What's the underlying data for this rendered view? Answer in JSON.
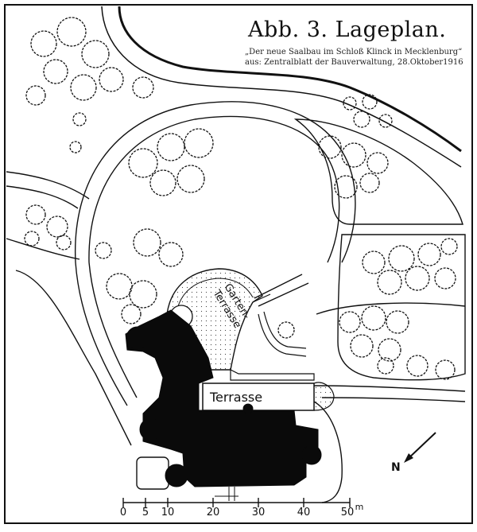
{
  "title": "Abb. 3.   Lageplan.",
  "caption": {
    "line1": "„Der neue Saalbau im Schloß Klinck in Mecklenburg“",
    "line2": "aus: Zentralblatt der Bauverwaltung,  28.Oktober1916"
  },
  "labels": {
    "garden_terrace_line1": "Garten-",
    "garden_terrace_line2": "Terrasse",
    "terrace": "Terrasse",
    "north": "N"
  },
  "scale": {
    "ticks": [
      "0",
      "5",
      "10",
      "20",
      "30",
      "40",
      "50"
    ],
    "unit": "m"
  },
  "colors": {
    "ink": "#111111",
    "paper": "#ffffff",
    "building": "#0a0a0a"
  }
}
